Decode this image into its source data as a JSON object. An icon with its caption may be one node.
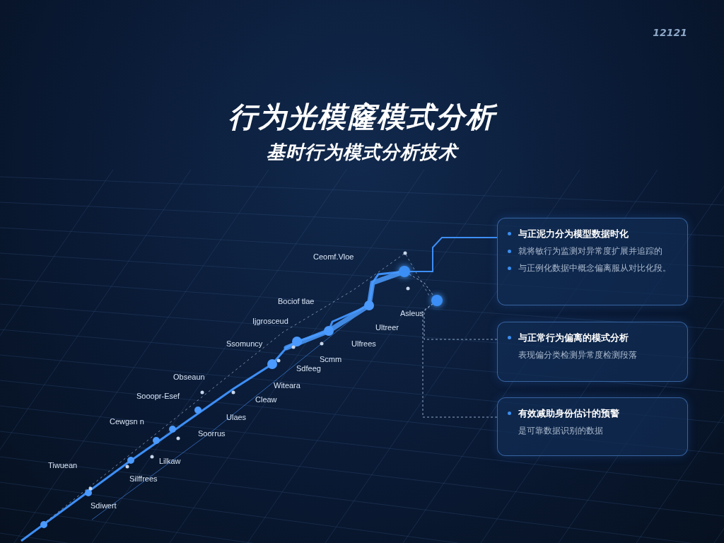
{
  "diagram": {
    "title": "行为光模窿模式分析",
    "nodes": [
      {
        "text": [
          "与正泥力分为模型数据时化",
          "就将敏行为监测对异常度扩展并追踪的",
          "与正例化数据中概念偏离服从对比化段。"
        ]
      },
      {
        "text": [
          "与正常行为偏离的模式分析",
          "表现偏分类检测异常度检测段落"
        ]
      },
      {
        "text": [
          "有效减助身份估计的预警",
          "是可靠数据识别的数据"
        ]
      },
      {
        "text": [],
        "shape": "circle"
      },
      {
        "text": [],
        "shape": "circle"
      }
    ],
    "edges": [
      {
        "from": 0,
        "to": 3,
        "arrow": "none"
      },
      {
        "from": 3,
        "to": 4,
        "arrow": "none",
        "style": "dashed"
      },
      {
        "from": 1,
        "to": 4,
        "arrow": "none",
        "style": "dashed"
      },
      {
        "from": 2,
        "to": 4,
        "arrow": "none",
        "style": "dashed"
      }
    ],
    "labels": [
      "基时行为模式分析技术",
      "12121",
      "Ceomf.Vloe",
      "Bociof tlae",
      "Asleus",
      "Ijgrosceud",
      "Ultreer",
      "Ssomuncy",
      "Ulfrees",
      "Scmm",
      "Sdfeeg",
      "Obseaun",
      "Witeara",
      "Sooopr-Esef",
      "Cleaw",
      "Ulaes",
      "Cewgsn n",
      "Soorrus",
      "Lilkaw",
      "Tiwuean",
      "Silffrees",
      "Sdiwert"
    ]
  }
}
